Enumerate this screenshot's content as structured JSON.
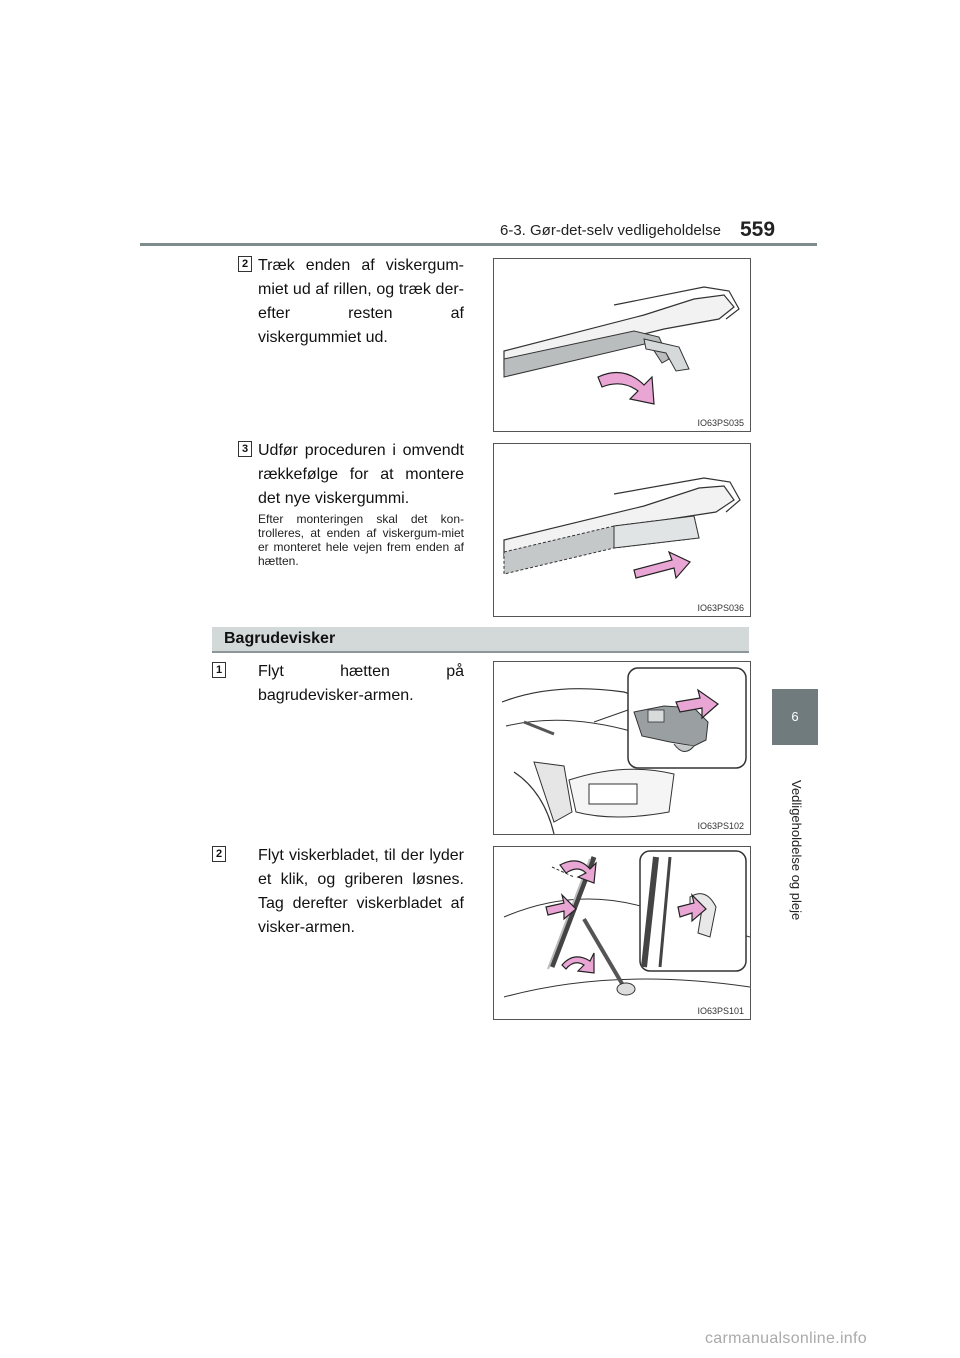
{
  "header": {
    "section": "6-3. Gør-det-selv vedligeholdelse",
    "page_number": "559"
  },
  "side_tab": {
    "number": "6",
    "caption": "Vedligeholdelse og pleje"
  },
  "steps_top": [
    {
      "badge": "2",
      "text": "Træk enden af viskergum-miet ud af rillen, og træk der-efter resten af viskergummiet ud.",
      "figure_code": "IO63PS035"
    },
    {
      "badge": "3",
      "text": "Udfør proceduren i omvendt rækkefølge for at montere det nye viskergummi.",
      "note": "Efter monteringen skal det kon-trolleres, at enden af viskergum-miet er monteret hele vejen frem enden af hætten.",
      "figure_code": "IO63PS036"
    }
  ],
  "section": {
    "title": "Bagrudevisker"
  },
  "steps_rear": [
    {
      "badge": "1",
      "text": "Flyt hætten på bagrudevisker-armen.",
      "figure_code": "IO63PS102"
    },
    {
      "badge": "2",
      "text": "Flyt viskerbladet, til der lyder et klik, og griberen løsnes. Tag derefter viskerbladet af visker-armen.",
      "figure_code": "IO63PS101"
    }
  ],
  "watermark": "carmanualsonline.info",
  "colors": {
    "arrow_pink": "#e9a6d4",
    "rule_gray": "#7f8c8e",
    "tab_gray": "#6f7b7d",
    "section_bg": "#d3d8d9"
  }
}
